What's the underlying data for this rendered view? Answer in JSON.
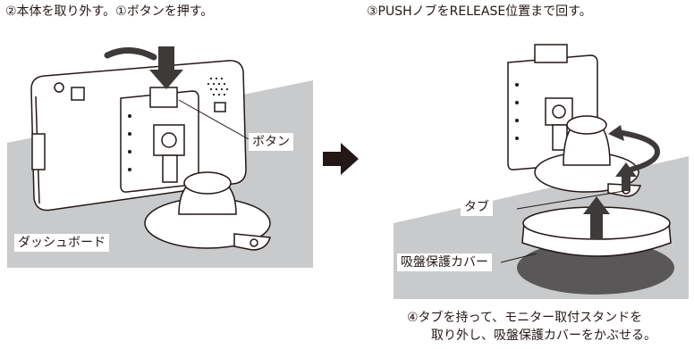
{
  "left_panel": {
    "caption": "②本体を取り外す。①ボタンを押す。",
    "label_button": "ボタン",
    "label_dashboard": "ダッシュボード"
  },
  "right_panel": {
    "caption": "③PUSHノブをRELEASE位置まで回す。",
    "label_tab": "タブ",
    "label_cover": "吸盤保護カバー",
    "note_line1": "④タブを持って、モニター取付スタンドを",
    "note_line2": "取り外し、吸盤保護カバーをかぶせる。"
  },
  "colors": {
    "dashboard_gray": "#c9cacb",
    "shadow_gray": "#595757",
    "line": "#231815"
  },
  "icons": [
    "arrow-right-icon",
    "rotate-arrow-icon",
    "push-arrow-icon",
    "up-arrow-icon"
  ]
}
